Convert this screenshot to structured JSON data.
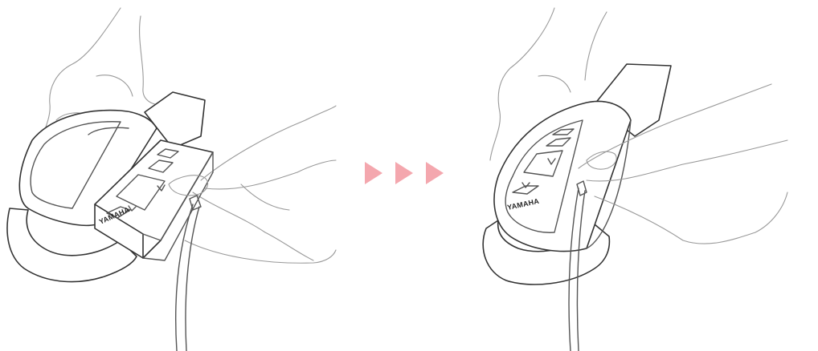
{
  "illustration": {
    "left_step": {
      "brand_label": "YAMAHA",
      "depicts": "hand-holding-device-with-strap"
    },
    "right_step": {
      "brand_label": "YAMAHA",
      "depicts": "device-attached-to-arm"
    },
    "arrows": {
      "count": 3,
      "color": "#f4a7ae"
    }
  }
}
